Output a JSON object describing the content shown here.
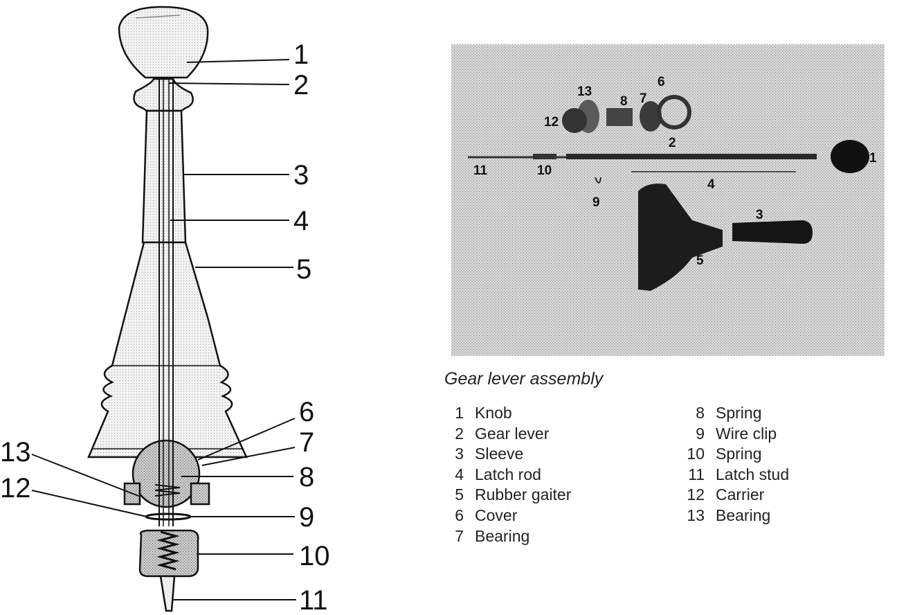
{
  "caption": "Gear lever assembly",
  "drawing_callouts": [
    "1",
    "2",
    "3",
    "4",
    "5",
    "6",
    "7",
    "8",
    "9",
    "10",
    "11",
    "12",
    "13"
  ],
  "photo_labels": [
    "1",
    "2",
    "3",
    "4",
    "5",
    "6",
    "7",
    "8",
    "9",
    "10",
    "11",
    "12",
    "13"
  ],
  "legend_left": [
    {
      "num": "1",
      "label": "Knob"
    },
    {
      "num": "2",
      "label": "Gear lever"
    },
    {
      "num": "3",
      "label": "Sleeve"
    },
    {
      "num": "4",
      "label": "Latch rod"
    },
    {
      "num": "5",
      "label": "Rubber gaiter"
    },
    {
      "num": "6",
      "label": "Cover"
    },
    {
      "num": "7",
      "label": "Bearing"
    }
  ],
  "legend_right": [
    {
      "num": "8",
      "label": "Spring"
    },
    {
      "num": "9",
      "label": "Wire clip"
    },
    {
      "num": "10",
      "label": "Spring"
    },
    {
      "num": "11",
      "label": "Latch stud"
    },
    {
      "num": "12",
      "label": "Carrier"
    },
    {
      "num": "13",
      "label": "Bearing"
    }
  ]
}
